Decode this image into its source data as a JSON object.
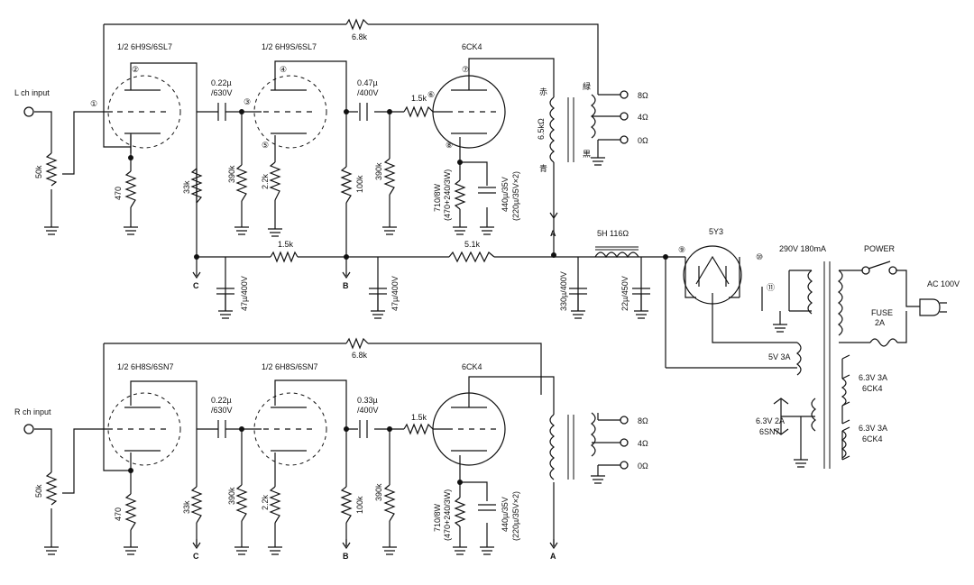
{
  "inputs": {
    "left": "L ch input",
    "right": "R ch input"
  },
  "tubes": {
    "l_v1": "1/2 6H9S/6SL7",
    "l_v2": "1/2 6H9S/6SL7",
    "l_v3": "6CK4",
    "r_v1": "1/2 6H8S/6SN7",
    "r_v2": "1/2 6H8S/6SN7",
    "r_v3": "6CK4",
    "rect": "5Y3"
  },
  "feedback": {
    "left": "6.8k",
    "right": "6.8k"
  },
  "left": {
    "pot": "50k",
    "cathode1": "470",
    "plate1": "33k",
    "cap1": [
      "0.22µ",
      "/630V"
    ],
    "grid2": "390k",
    "cathode2": "2.2k",
    "plate2": "100k",
    "cap2": [
      "0.47µ",
      "/400V"
    ],
    "grid3": "390k",
    "grid_stopper": "1.5k",
    "cathode3_r": [
      "710/8W",
      "(470+240/3W)"
    ],
    "cathode3_c": [
      "440µ/35V",
      "(220µ/35V×2)"
    ],
    "primary": "6.5kΩ",
    "sec_8": "8Ω",
    "sec_4": "4Ω",
    "sec_0": "0Ω",
    "wire_red": "赤",
    "wire_blue": "青",
    "wire_green": "緑",
    "wire_black": "黒"
  },
  "right": {
    "pot": "50k",
    "cathode1": "470",
    "plate1": "33k",
    "cap1": [
      "0.22µ",
      "/630V"
    ],
    "grid2": "390k",
    "cathode2": "2.2k",
    "plate2": "100k",
    "cap2": [
      "0.33µ",
      "/400V"
    ],
    "grid3": "390k",
    "grid_stopper": "1.5k",
    "cathode3_r": [
      "710/8W",
      "(470+240/3W)"
    ],
    "cathode3_c": [
      "440µ/35V",
      "(220µ/35V×2)"
    ],
    "sec_8": "8Ω",
    "sec_4": "4Ω",
    "sec_0": "0Ω"
  },
  "supply": {
    "r_dropper1": "1.5k",
    "r_dropper2": "5.1k",
    "cap_c": "47µ/400V",
    "cap_b": "47µ/400V",
    "cap_a": "330µ/400V",
    "cap_choke": "22µ/450V",
    "choke": "5H 116Ω",
    "ht_winding": "290V 180mA",
    "rect_heater": "5V 3A",
    "heater_6sn7": [
      "6.3V 2A",
      "6SN7"
    ],
    "heater_6ck4_1": [
      "6.3V 3A",
      "6CK4"
    ],
    "heater_6ck4_2": [
      "6.3V 3A",
      "6CK4"
    ],
    "power_switch": "POWER",
    "fuse": [
      "FUSE",
      "2A"
    ],
    "mains": "AC 100V"
  },
  "nodes": {
    "A": "A",
    "B": "B",
    "C": "C"
  },
  "markers": [
    "①",
    "②",
    "③",
    "④",
    "⑤",
    "⑥",
    "⑦",
    "⑧",
    "⑨",
    "⑩",
    "⑪"
  ]
}
